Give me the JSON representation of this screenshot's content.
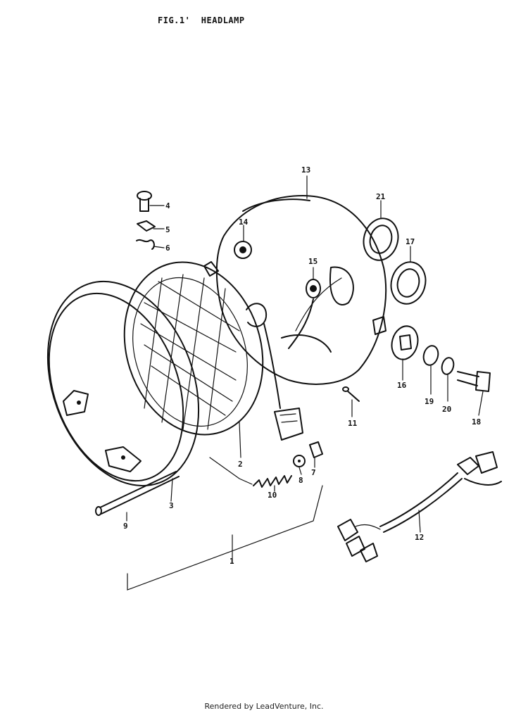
{
  "header": {
    "title": "FIG.1'  HEADLAMP"
  },
  "footer": {
    "text": "Rendered by LeadVenture, Inc."
  },
  "callouts": [
    {
      "id": "c1",
      "label": "1"
    },
    {
      "id": "c2",
      "label": "2"
    },
    {
      "id": "c3",
      "label": "3"
    },
    {
      "id": "c4",
      "label": "4"
    },
    {
      "id": "c5",
      "label": "5"
    },
    {
      "id": "c6",
      "label": "6"
    },
    {
      "id": "c7",
      "label": "7"
    },
    {
      "id": "c8",
      "label": "8"
    },
    {
      "id": "c9",
      "label": "9"
    },
    {
      "id": "c10",
      "label": "10"
    },
    {
      "id": "c11",
      "label": "11"
    },
    {
      "id": "c12",
      "label": "12"
    },
    {
      "id": "c13",
      "label": "13"
    },
    {
      "id": "c14",
      "label": "14"
    },
    {
      "id": "c15",
      "label": "15"
    },
    {
      "id": "c16",
      "label": "16"
    },
    {
      "id": "c17",
      "label": "17"
    },
    {
      "id": "c18",
      "label": "18"
    },
    {
      "id": "c19",
      "label": "19"
    },
    {
      "id": "c20",
      "label": "20"
    },
    {
      "id": "c21",
      "label": "21"
    }
  ]
}
